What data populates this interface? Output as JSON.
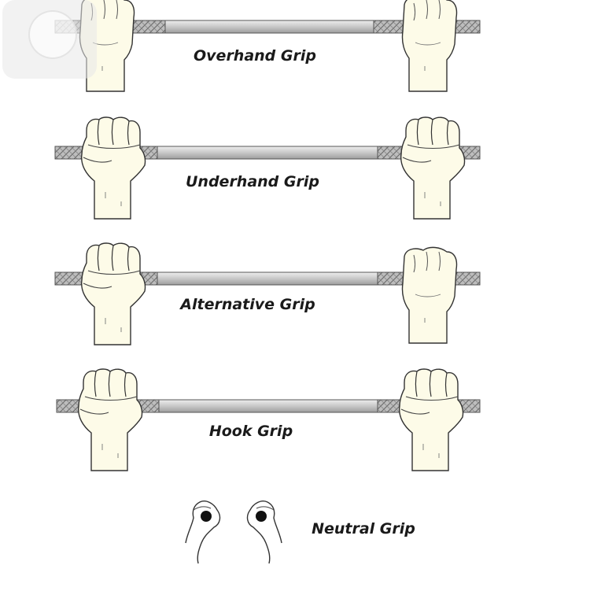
{
  "grips": [
    {
      "label": "Overhand Grip"
    },
    {
      "label": "Underhand Grip"
    },
    {
      "label": "Alternative Grip"
    },
    {
      "label": "Hook Grip"
    },
    {
      "label": "Neutral Grip"
    }
  ],
  "colors": {
    "bar": "#d6d6d6",
    "knurl": "#9a9a9a",
    "hand_fill": "#fdfbe8",
    "outline": "#333333",
    "background": "#ffffff"
  },
  "icons": {
    "overlay": "circle-button-icon"
  }
}
